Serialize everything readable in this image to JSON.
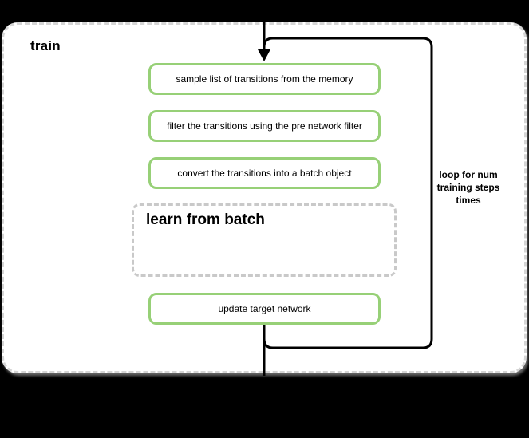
{
  "diagram": {
    "title": "train",
    "steps": [
      {
        "label": "sample list of transitions from the memory"
      },
      {
        "label": "filter the transitions using the pre network filter"
      },
      {
        "label": "convert the transitions into a batch object"
      }
    ],
    "subprocess_label": "learn from batch",
    "final_step_label": "update target network",
    "loop_label": "loop for num training steps times",
    "colors": {
      "background": "#000000",
      "container_fill": "#ffffff",
      "container_border": "#d5d5d5",
      "step_border": "#97d077",
      "subprocess_border": "#c9c9c9",
      "connector": "#000000",
      "text": "#000000"
    }
  }
}
